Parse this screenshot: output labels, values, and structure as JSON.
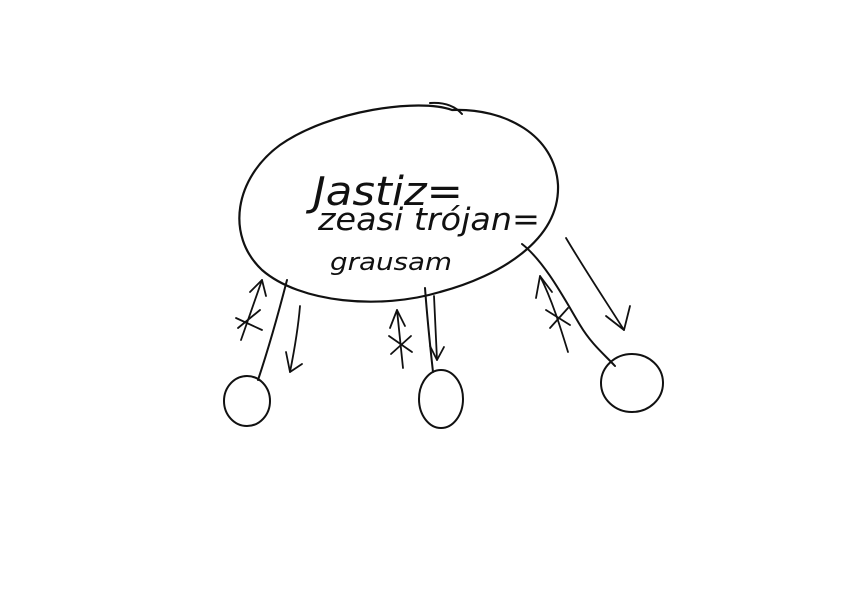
{
  "diagram": {
    "ink_color": "#111111",
    "background": "#ffffff",
    "central_node": {
      "lines": [
        "Jastiz=",
        "zeasi trójan=",
        "grausam"
      ]
    },
    "child_nodes": [
      {
        "id": "left"
      },
      {
        "id": "middle"
      },
      {
        "id": "right"
      }
    ],
    "edges": [
      {
        "to": "left",
        "arrows": [
          "up",
          "down"
        ],
        "up_arrow_mark": "crossed"
      },
      {
        "to": "middle",
        "arrows": [
          "up",
          "down"
        ],
        "up_arrow_mark": "crossed"
      },
      {
        "to": "right",
        "arrows": [
          "up",
          "down"
        ],
        "up_arrow_mark": "crossed"
      }
    ]
  }
}
